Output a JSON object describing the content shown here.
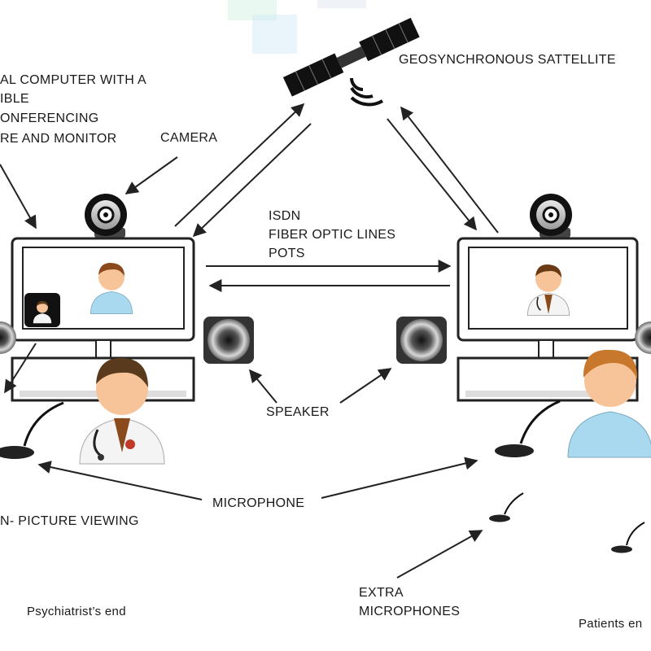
{
  "labels": {
    "satellite": "GEOSYNCHRONOUS SATTELLITE",
    "computer_lines": [
      "AL COMPUTER WITH A",
      "IBLE",
      "ONFERENCING",
      "RE AND MONITOR"
    ],
    "camera": "CAMERA",
    "links": [
      "ISDN",
      "FIBER OPTIC LINES",
      "POTS"
    ],
    "speaker": "SPEAKER",
    "microphone": "MICROPHONE",
    "pip": "N- PICTURE VIEWING",
    "extra_mic_lines": [
      "EXTRA",
      "MICROPHONES"
    ],
    "psychiatrist_end": "Psychiatrist’s end",
    "patient_end": "Patients en"
  },
  "icons": [
    "satellite-icon",
    "camera-icon",
    "monitor-icon",
    "speaker-icon",
    "microphone-icon",
    "doctor-icon",
    "patient-icon"
  ],
  "colors": {
    "stroke": "#222222",
    "skin": "#f7c49a",
    "hair": "#8a4a1c",
    "patient_shirt": "#a9d9ee",
    "coat": "#f4f4f4"
  }
}
